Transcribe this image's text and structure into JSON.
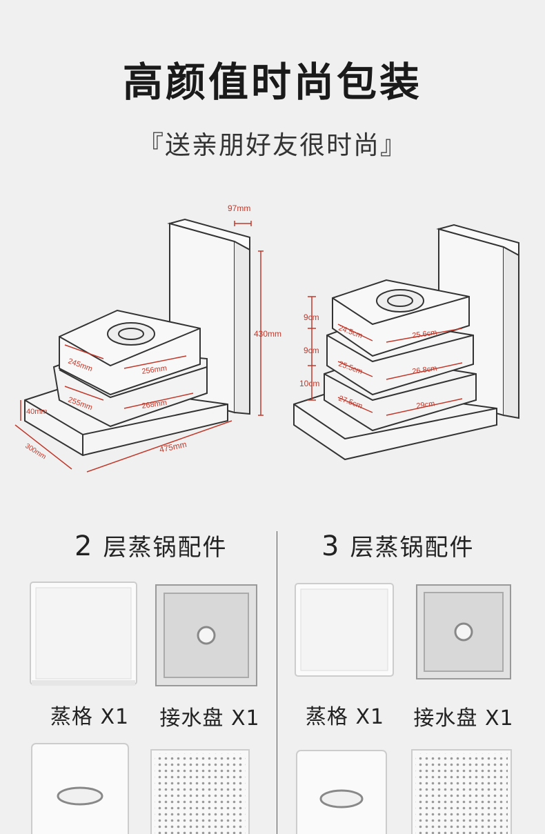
{
  "header": {
    "title": "高颜值时尚包装",
    "subtitle": "『送亲朋好友很时尚』"
  },
  "dimensions": {
    "two_tier": {
      "top_width": "97mm",
      "height": "430mm",
      "base_height": "40mm",
      "depth": "300mm",
      "length": "475mm",
      "upper_side": "245mm",
      "upper_front": "256mm",
      "lower_side": "255mm",
      "lower_front": "268mm"
    },
    "three_tier": {
      "h1": "9cm",
      "h2": "9cm",
      "h3": "10cm",
      "t1_side": "24.5cm",
      "t1_front": "25.6cm",
      "t2_side": "25.5cm",
      "t2_front": "26.8cm",
      "t3_side": "27.5cm",
      "t3_front": "29cm"
    }
  },
  "kits": {
    "left": {
      "num": "2",
      "label": "层蒸锅配件",
      "item1": "蒸格 X1",
      "item2": "接水盘 X1"
    },
    "right": {
      "num": "3",
      "label": "层蒸锅配件",
      "item1": "蒸格 X1",
      "item2": "接水盘 X1"
    }
  },
  "colors": {
    "dimension_red": "#c0392b",
    "line_dark": "#333333"
  }
}
